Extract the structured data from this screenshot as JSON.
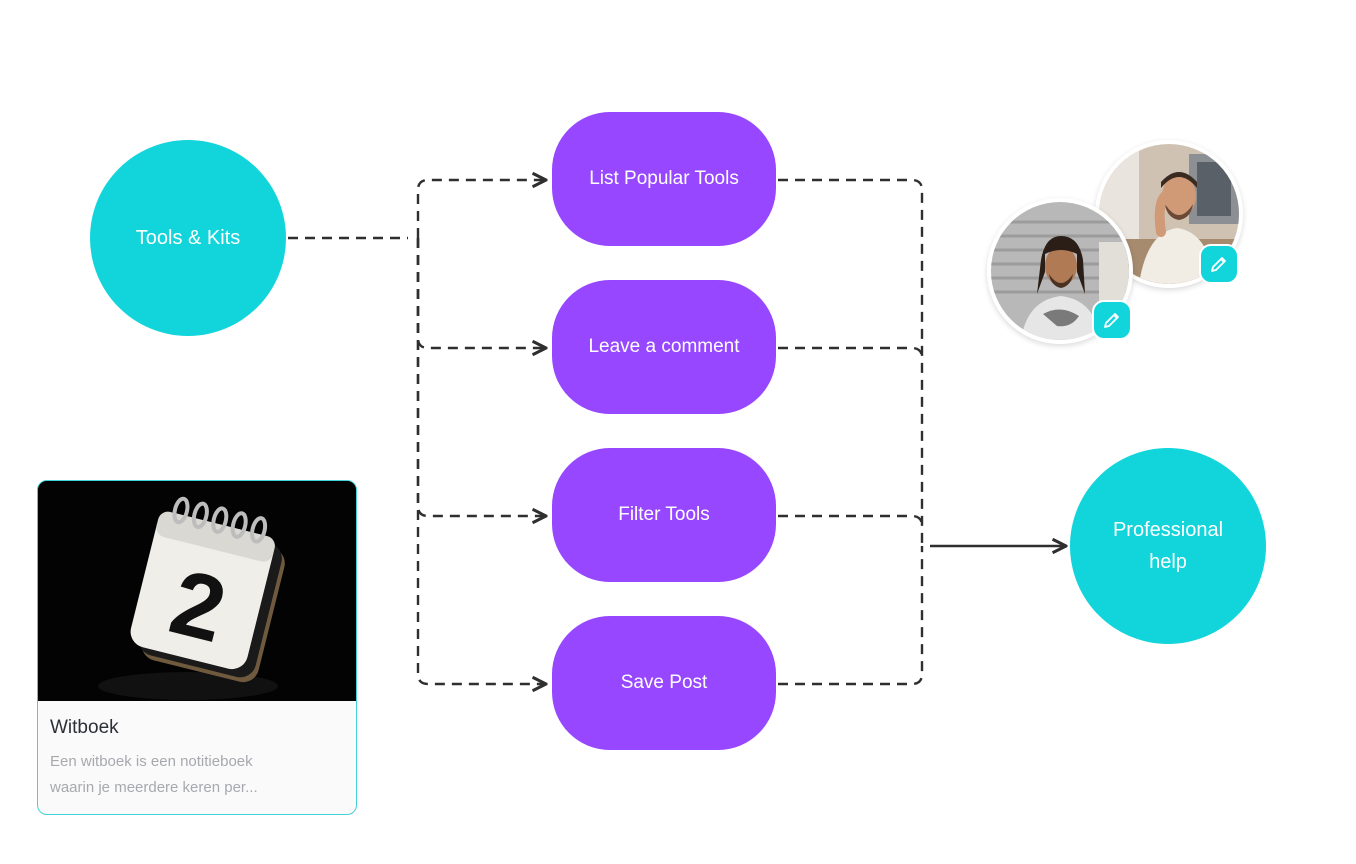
{
  "colors": {
    "teal": "#12D5DB",
    "purple": "#9747FF",
    "connector": "#2F2F2F",
    "card_border": "#41D3D8"
  },
  "nodes": {
    "source": {
      "label": "Tools & Kits"
    },
    "actions": [
      {
        "label": "List Popular Tools"
      },
      {
        "label": "Leave a comment"
      },
      {
        "label": "Filter Tools"
      },
      {
        "label": "Save Post"
      }
    ],
    "target": {
      "label": "Professional\nhelp"
    }
  },
  "avatars": [
    {
      "icon": "pencil-icon"
    },
    {
      "icon": "pencil-icon"
    }
  ],
  "card": {
    "title": "Witboek",
    "description": "Een witboek is een notitieboek\nwaarin je meerdere keren per...",
    "image_icon": "calendar-icon"
  }
}
